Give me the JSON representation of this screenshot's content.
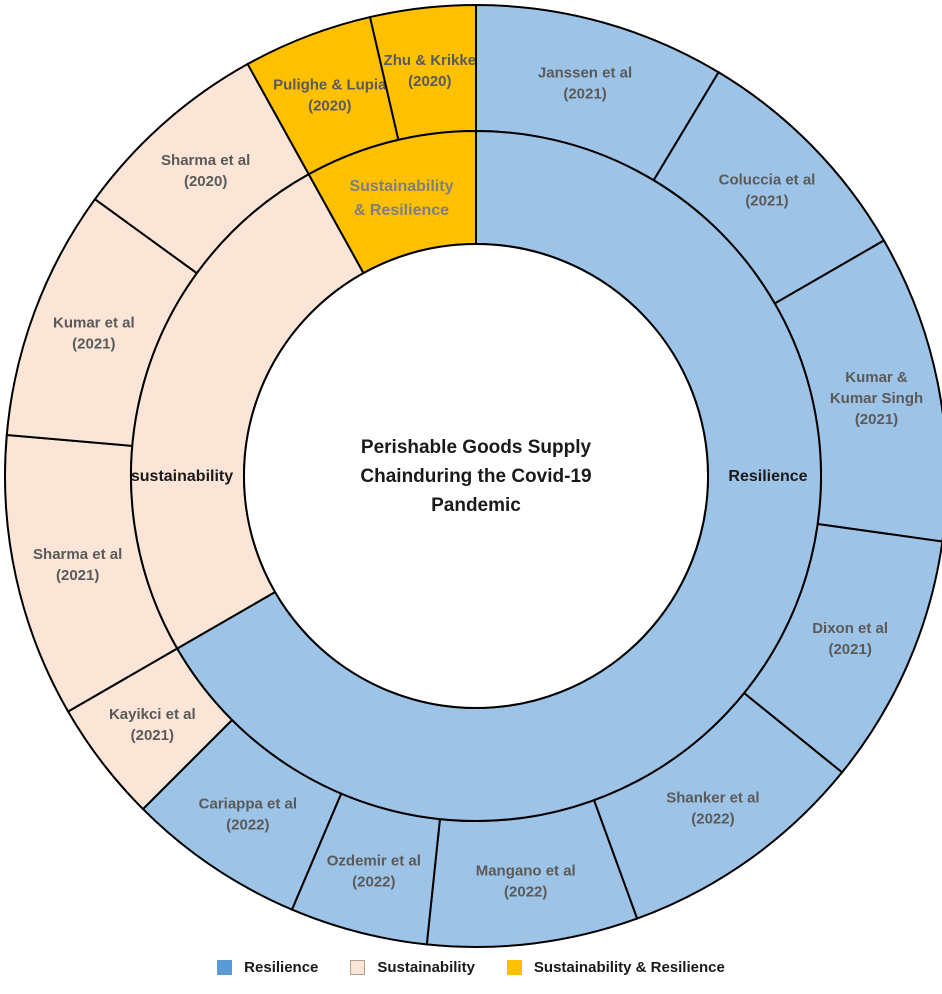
{
  "center": {
    "lines": [
      "Perishable Goods Supply",
      "Chainduring the Covid-19",
      "Pandemic"
    ]
  },
  "categories": [
    {
      "id": "resilience",
      "inner_label": [
        "Resilience"
      ],
      "legend_label": "Resilience",
      "color": "#9dc3e6",
      "legend_color": "#5b9bd5"
    },
    {
      "id": "sustainability",
      "inner_label": [
        "sustainability"
      ],
      "legend_label": "Sustainability",
      "color": "#fbe5d6",
      "legend_color": "#fbe5d6"
    },
    {
      "id": "both",
      "inner_label": [
        "Sustainability",
        "& Resilience"
      ],
      "legend_label": "Sustainability & Resilience",
      "color": "#ffc000",
      "legend_color": "#ffc000"
    }
  ],
  "studies": [
    {
      "lines": [
        "Janssen et al",
        "(2021)"
      ],
      "category": "resilience"
    },
    {
      "lines": [
        "Coluccia et al",
        "(2021)"
      ],
      "category": "resilience"
    },
    {
      "lines": [
        "Kumar &",
        "Kumar Singh",
        "(2021)"
      ],
      "category": "resilience"
    },
    {
      "lines": [
        "Dixon et al",
        "(2021)"
      ],
      "category": "resilience"
    },
    {
      "lines": [
        "Shanker et al",
        "(2022)"
      ],
      "category": "resilience"
    },
    {
      "lines": [
        "Mangano et al",
        "(2022)"
      ],
      "category": "resilience"
    },
    {
      "lines": [
        "Ozdemir et al",
        "(2022)"
      ],
      "category": "resilience"
    },
    {
      "lines": [
        "Cariappa et al",
        "(2022)"
      ],
      "category": "resilience"
    },
    {
      "lines": [
        "Kayikci et al",
        "(2021)"
      ],
      "category": "sustainability"
    },
    {
      "lines": [
        "Sharma et al",
        "(2021)"
      ],
      "category": "sustainability"
    },
    {
      "lines": [
        "Kumar et al",
        "(2021)"
      ],
      "category": "sustainability"
    },
    {
      "lines": [
        "Sharma et al",
        "(2020)"
      ],
      "category": "sustainability"
    },
    {
      "lines": [
        "Pulighe & Lupia",
        "(2020)"
      ],
      "category": "both"
    },
    {
      "lines": [
        "Zhu & Krikke",
        "(2020)"
      ],
      "category": "both"
    }
  ]
}
